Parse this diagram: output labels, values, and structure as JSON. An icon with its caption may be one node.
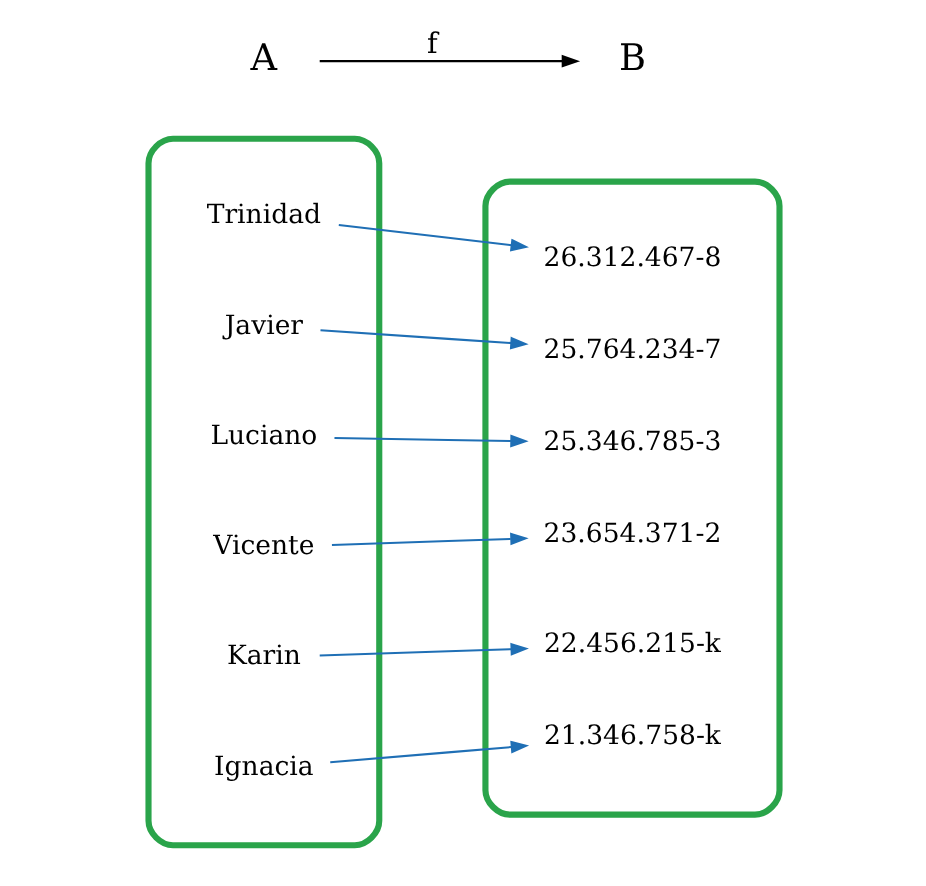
{
  "diagram": {
    "nodes": [
      {
        "text": [],
        "shape": "ellipse"
      },
      {
        "text": [
          "Ignacia"
        ],
        "in": 0
      },
      {
        "text": [
          "Karin"
        ],
        "in": 0
      },
      {
        "text": [
          "Vicente"
        ],
        "in": 0
      },
      {
        "text": [
          "Luciano"
        ],
        "in": 0
      },
      {
        "text": [
          "Javier"
        ],
        "in": 0
      },
      {
        "text": [
          "Trinidad"
        ],
        "in": 0
      },
      {
        "text": [],
        "shape": "ellipse"
      },
      {
        "text": [
          "21.346.758-k"
        ],
        "in": 7
      },
      {
        "text": [
          "25.346.785-3"
        ],
        "in": 7
      },
      {
        "text": [
          "26.312.467-8"
        ],
        "in": 7
      },
      {
        "text": [
          "22.456.215-k"
        ],
        "in": 7
      },
      {
        "text": [
          "23.654.371-2"
        ],
        "in": 7
      },
      {
        "text": [
          "25.764.234-7"
        ],
        "in": 7
      },
      {
        "text": [
          "A"
        ]
      },
      {
        "text": [
          "B"
        ]
      }
    ],
    "edges": [
      {
        "from": 1,
        "to": 8,
        "arrow": "to"
      },
      {
        "from": 2,
        "to": 11,
        "arrow": "to"
      },
      {
        "from": 3,
        "to": 12,
        "arrow": "to"
      },
      {
        "from": 4,
        "to": 9,
        "arrow": "to"
      },
      {
        "from": 5,
        "to": 13,
        "arrow": "to"
      },
      {
        "from": 6,
        "to": 10,
        "arrow": "to"
      },
      {
        "from": 14,
        "to": 15,
        "arrow": "to",
        "label": "f",
        "color": "#000000"
      }
    ]
  }
}
